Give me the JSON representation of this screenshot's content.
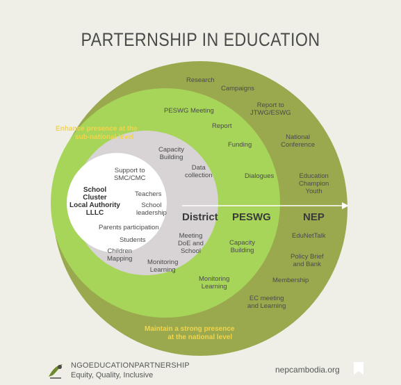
{
  "title": "PARTERNSHIP IN EDUCATION",
  "colors": {
    "background": "#efefe8",
    "outer_ring": "#9aa94e",
    "middle_ring": "#a6d55a",
    "inner_ring": "#d8d3d5",
    "core": "#ffffff",
    "accent_yellow": "#f3d44a"
  },
  "yellow_notes": {
    "top_line1": "Enhance presence at the",
    "top_line2": "sub-national level",
    "bottom_line1": "Maintain a strong presence",
    "bottom_line2": "at the national level"
  },
  "core": {
    "support": "Support to\nSMC/CMC",
    "school_cluster": "School\nCluster\nLocal Authority\nLLLC",
    "teachers": "Teachers",
    "school_leadership": "School\nleadership",
    "parents": "Parents participation",
    "students": "Students",
    "children_mapping": "Children\nMapping"
  },
  "district": {
    "label": "District",
    "capacity": "Capacity\nBuilding",
    "data": "Data\ncollection",
    "meeting": "Meeting\nDoE and\nSchool",
    "monitoring": "Monitoring\nLearning"
  },
  "peswg": {
    "label": "PESWG",
    "meeting": "PESWG Meeting",
    "report": "Report",
    "funding": "Funding",
    "dialogues": "Dialogues",
    "capacity": "Capacity\nBuilding",
    "monitoring": "Monitoring\nLearning"
  },
  "nep": {
    "label": "NEP",
    "research": "Research",
    "campaigns": "Campaigns",
    "report_to": "Report to\nJTWG/ESWG",
    "national_conference": "National\nConference",
    "education_champion": "Education\nChampion\nYouth",
    "edunettalk": "EduNetTalk",
    "policy_brief": "Policy Brief\nand Bank",
    "membership": "Membership",
    "ec_meeting": "EC meeting\nand Learning"
  },
  "footer": {
    "org_name": "NGOEDUCATIONPARTNERSHIP",
    "tagline": "Equity, Quality, Inclusive",
    "website": "nepcambodia.org"
  }
}
